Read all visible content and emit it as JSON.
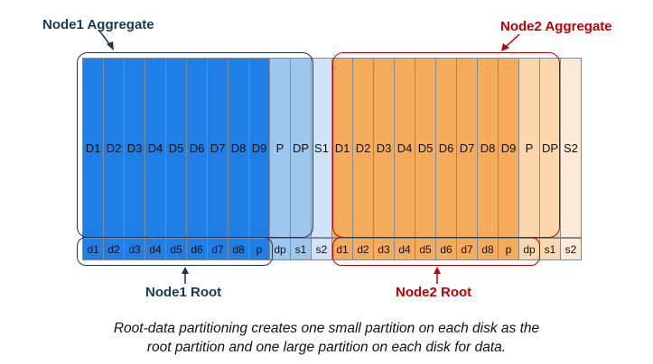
{
  "labels": {
    "node1_aggregate": "Node1 Aggregate",
    "node2_aggregate": "Node2 Aggregate",
    "node1_root": "Node1 Root",
    "node2_root": "Node2 Root"
  },
  "disks": [
    {
      "top": "D1",
      "bottom": "d1",
      "owner": "node1",
      "role": "data"
    },
    {
      "top": "D2",
      "bottom": "d2",
      "owner": "node1",
      "role": "data"
    },
    {
      "top": "D3",
      "bottom": "d3",
      "owner": "node1",
      "role": "data"
    },
    {
      "top": "D4",
      "bottom": "d4",
      "owner": "node1",
      "role": "data"
    },
    {
      "top": "D5",
      "bottom": "d5",
      "owner": "node1",
      "role": "data"
    },
    {
      "top": "D6",
      "bottom": "d6",
      "owner": "node1",
      "role": "data"
    },
    {
      "top": "D7",
      "bottom": "d7",
      "owner": "node1",
      "role": "data"
    },
    {
      "top": "D8",
      "bottom": "d8",
      "owner": "node1",
      "role": "data"
    },
    {
      "top": "D9",
      "bottom": "p",
      "owner": "node1",
      "role": "data"
    },
    {
      "top": "P",
      "bottom": "dp",
      "owner": "node1",
      "role": "parity"
    },
    {
      "top": "DP",
      "bottom": "s1",
      "owner": "node1",
      "role": "parity"
    },
    {
      "top": "S1",
      "bottom": "s2",
      "owner": "node1",
      "role": "spare"
    },
    {
      "top": "D1",
      "bottom": "d1",
      "owner": "node2",
      "role": "data"
    },
    {
      "top": "D2",
      "bottom": "d2",
      "owner": "node2",
      "role": "data"
    },
    {
      "top": "D3",
      "bottom": "d3",
      "owner": "node2",
      "role": "data"
    },
    {
      "top": "D4",
      "bottom": "d4",
      "owner": "node2",
      "role": "data"
    },
    {
      "top": "D5",
      "bottom": "d5",
      "owner": "node2",
      "role": "data"
    },
    {
      "top": "D6",
      "bottom": "d6",
      "owner": "node2",
      "role": "data"
    },
    {
      "top": "D7",
      "bottom": "d7",
      "owner": "node2",
      "role": "data"
    },
    {
      "top": "D8",
      "bottom": "d8",
      "owner": "node2",
      "role": "data"
    },
    {
      "top": "D9",
      "bottom": "p",
      "owner": "node2",
      "role": "data"
    },
    {
      "top": "P",
      "bottom": "dp",
      "owner": "node2",
      "role": "parity"
    },
    {
      "top": "DP",
      "bottom": "s1",
      "owner": "node2",
      "role": "parity"
    },
    {
      "top": "S2",
      "bottom": "s2",
      "owner": "node2",
      "role": "spare"
    }
  ],
  "caption": {
    "line1": "Root-data partitioning creates one small partition on each disk as the",
    "line2": "root partition and one large partition on each disk for data."
  },
  "colors": {
    "node1_outline": "#17375e",
    "node2_outline": "#c00000",
    "node1_data": "#1f7fe6",
    "node1_parity": "#9cc8f0",
    "node1_spare": "#cfe2f6",
    "node2_data": "#f6ab5a",
    "node2_parity": "#fcd7ac",
    "node2_spare": "#fde9d3"
  }
}
